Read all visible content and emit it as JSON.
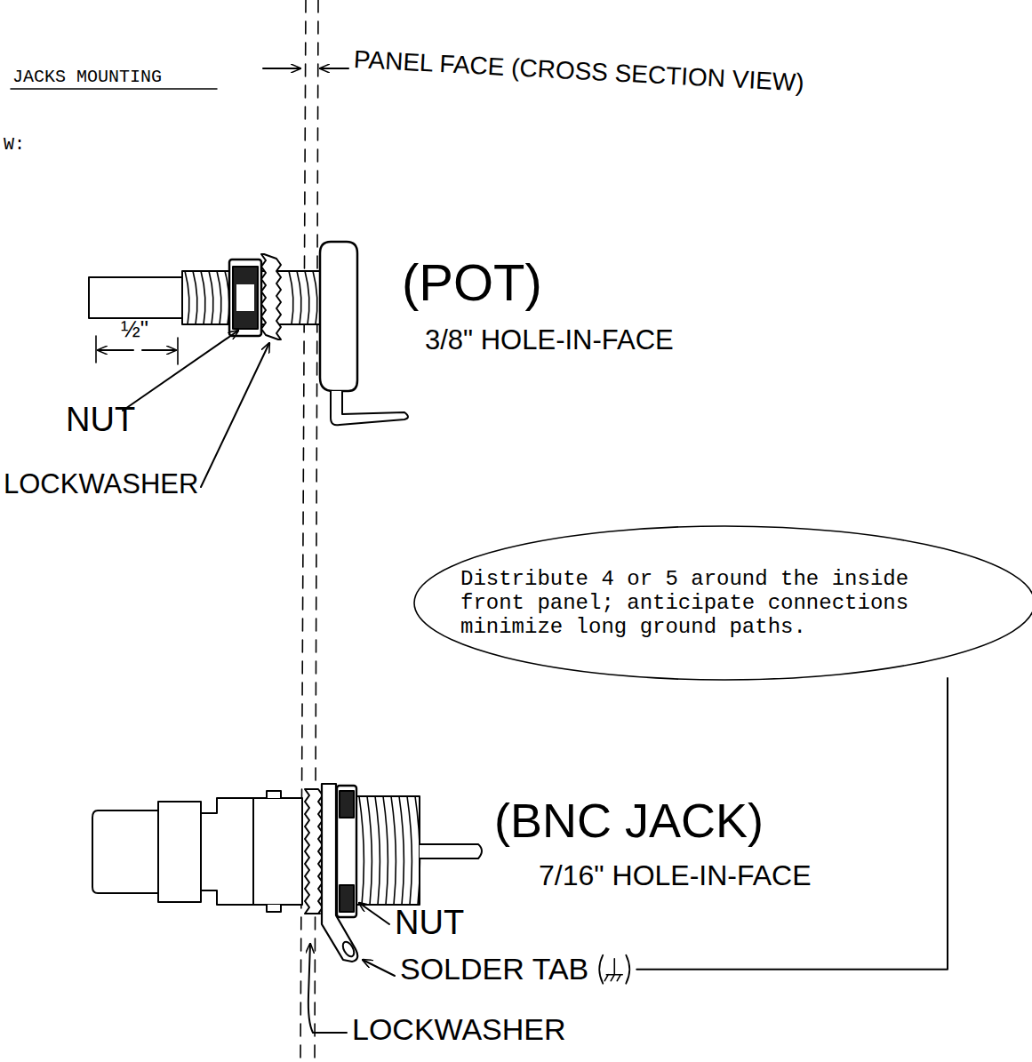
{
  "diagram": {
    "title": "JACKS MOUNTING",
    "nodes": [
      {
        "text": [
          "Distribute 4 or 5 around the inside front panel; anticipate connections minimize long ground paths."
        ]
      }
    ],
    "labels": [
      "W:",
      "PANEL FACE (CROSS SECTION VIEW)",
      "½\"",
      "NUT",
      "LOCKWASHER",
      "(POT)",
      "3/8\" HOLE-IN-FACE",
      "(BNC JACK)",
      "7/16\" HOLE-IN-FACE",
      "NUT",
      "SOLDER TAB",
      "LOCKWASHER"
    ]
  }
}
